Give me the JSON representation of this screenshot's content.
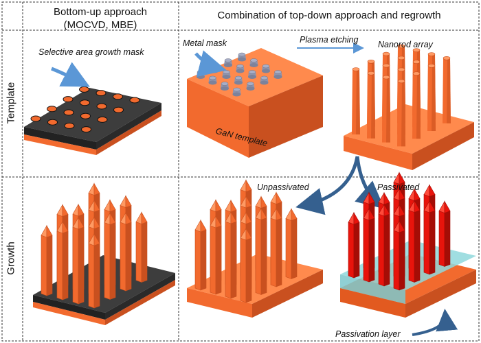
{
  "headers": {
    "left_line1": "Bottom-up approach",
    "left_line2": "(MOCVD, MBE)",
    "right": "Combination of top-down approach and regrowth"
  },
  "rows": {
    "template": "Template",
    "growth": "Growth"
  },
  "annotations": {
    "selective_mask": "Selective area growth mask",
    "metal_mask": "Metal mask",
    "plasma_etching": "Plasma etching",
    "nanorod_array": "Nanorod array",
    "gan_template": "GaN template",
    "unpassivated": "Unpassivated",
    "passivated": "Passivated",
    "passivation_layer": "Passivation layer"
  },
  "colors": {
    "orange": "#f26a2e",
    "orange_dark": "#c9501f",
    "orange_light": "#ff9a63",
    "mask_gray": "#3d3d3d",
    "metal_gray": "#a8aec6",
    "red": "#e8140c",
    "passivation_cyan": "#8fd8dc",
    "arrow_light_blue": "#5b97d6",
    "arrow_dark_blue": "#35608f",
    "grid_line": "#333333"
  }
}
